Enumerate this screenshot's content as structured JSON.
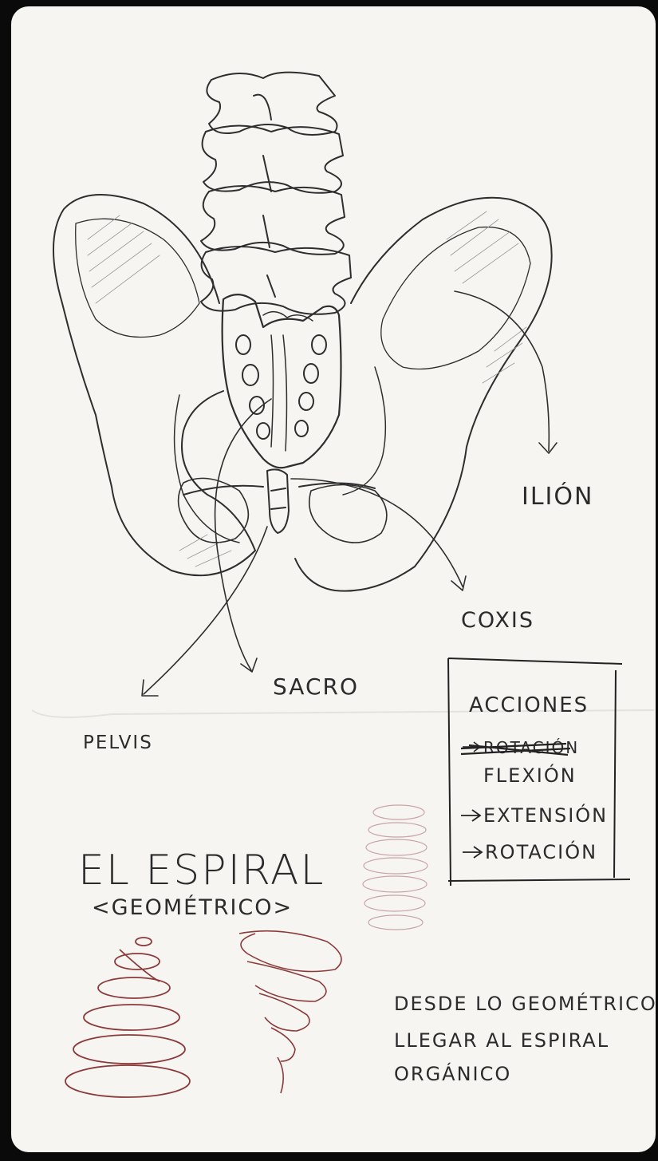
{
  "labels": {
    "ilion": "ILIÓN",
    "coxis": "COXIS",
    "sacro": "SACRO",
    "pelvis": "PELVIS"
  },
  "actions_box": {
    "title": "ACCIONES",
    "crossed_item": "ROTACIÓN",
    "items": [
      "FLEXIÓN",
      "EXTENSIÓN",
      "ROTACIÓN"
    ]
  },
  "spiral_section": {
    "title": "EL ESPIRAL",
    "subtitle": "<GEOMÉTRICO>",
    "note_lines": [
      "DESDE LO GEOMÉTRICO",
      "LLEGAR AL ESPIRAL",
      "ORGÁNICO"
    ]
  },
  "colors": {
    "paper": "#f6f5f2",
    "ink": "#2b2b2b",
    "red_pencil": "#8b3a3a",
    "background": "#0a0a0a"
  }
}
